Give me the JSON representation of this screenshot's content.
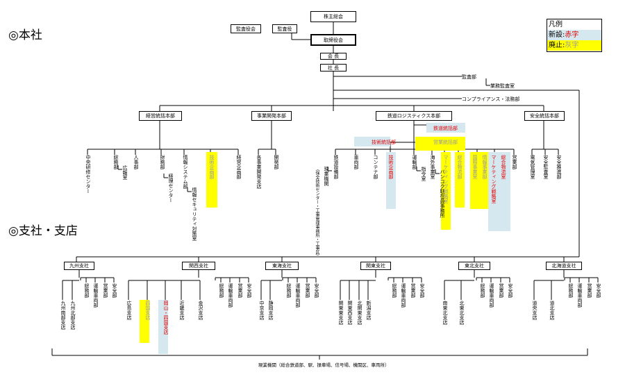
{
  "sections": {
    "head": "◎本社",
    "branch": "◎支社・支店"
  },
  "legend": {
    "title": "凡例",
    "new": "新設",
    "new_sep": ":",
    "new_note": "赤字",
    "abol": "廃止",
    "abol_sep": ":",
    "abol_note": "灰字"
  },
  "top": {
    "shareholders": "株主総会",
    "auditor": "監査役会",
    "auditor2": "監査役",
    "board": "取締役会",
    "chairman": "会 長",
    "president": "社 長",
    "audit_dept": "監査部",
    "audit_office": "業務監査室",
    "compliance": "コンプライアンス・法務部"
  },
  "hq": {
    "keiei": "経営統括本部",
    "jigyo": "事業開発本部",
    "logistics": "鉄道ロジスティクス本部",
    "safety": "安全統括本部"
  },
  "sub": {
    "tetsudo_toukatsu": "鉄道統括部",
    "gijutsu_toukatsu": "技術統括部",
    "eigyo_toukatsu": "営業統括部"
  },
  "keiei_depts": [
    "中央研修センター",
    "総務部",
    "広報室",
    "人事部",
    "財務部",
    "経理センター",
    "情報システム部",
    "情報セキュリティ対策室",
    "技術企画部",
    "経営企画部"
  ],
  "jigyo_depts": [
    "各事業開発支店",
    "開発部"
  ],
  "logistics_depts": [
    "鉄道設備部",
    "現業機関",
    "（保全技術センター・工事管理事務所・工事区）",
    "車両部",
    "コンテナ部",
    "技術企画部",
    "運輸部",
    "指令室",
    "海外事業室",
    "バンコク駐在員事務所",
    "マーケティング戦略室",
    "総合物流部",
    "国際事業室",
    "情報事業部",
    "マーケティング戦略室",
    "総合物流室",
    "営業部"
  ],
  "safety_depts": [
    "電気管理室",
    "安全監査室",
    "安全推進部"
  ],
  "branches": [
    {
      "name": "九州支社",
      "depts": [
        "総務部",
        "運輸車両部",
        "営業部",
        "安全部"
      ],
      "offices": [
        "九州南部支店",
        "九州北部支店"
      ]
    },
    {
      "name": "関西支社",
      "depts": [
        "総務部",
        "運輸車両部",
        "営業部",
        "安全部"
      ],
      "offices": [
        "広島支店",
        "四国支店",
        "岡山・四国支店",
        "近畿支店",
        "金沢支店"
      ]
    },
    {
      "name": "東海支社",
      "depts": [
        "総務部",
        "運輸車両部",
        "営業部",
        "安全部"
      ],
      "offices": [
        "中京支店",
        "静岡支店"
      ]
    },
    {
      "name": "関東支社",
      "depts": [
        "総務部",
        "運輸車両部",
        "営業部",
        "安全部"
      ],
      "offices": [
        "関東東支店",
        "関東西支店",
        "北関東支店",
        "新潟支店"
      ]
    },
    {
      "name": "東北支社",
      "depts": [
        "総務部",
        "運輸車両部",
        "営業部",
        "安全部"
      ],
      "offices": [
        "南東北支店",
        "北東北支店"
      ]
    },
    {
      "name": "北海道支社",
      "depts": [
        "総務部",
        "運輸車両部",
        "営業部",
        "安全部"
      ],
      "offices": [
        "道央支店",
        "道北支店"
      ]
    }
  ],
  "bottom": "現業機関（総合鉄道部、駅、操車場、信号場、機関区、車両所）"
}
